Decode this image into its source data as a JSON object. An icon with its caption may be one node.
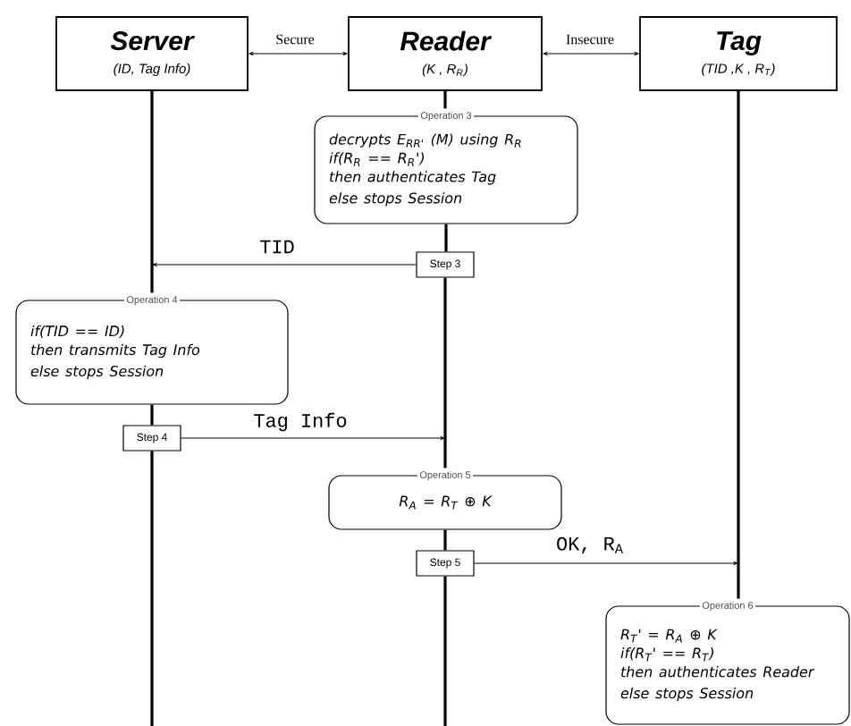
{
  "diagram": {
    "nodes": [
      {
        "text": [
          "Server",
          "(ID, Tag Info)"
        ]
      },
      {
        "text": [
          "Reader",
          "(K , R$_{R}$)"
        ]
      },
      {
        "text": [
          "Tag",
          "(TID ,K , R$_{T}$)"
        ]
      },
      {
        "text": [
          "Operation 3",
          "decrypts E$_{RR'}$ (M) using R$_{R}$",
          "if(R$_{R}$ == R$_{R}$')",
          "then authenticates Tag",
          "else stops Session"
        ]
      },
      {
        "text": [
          "Step 3"
        ]
      },
      {
        "text": [
          "Operation 4",
          "if(TID == ID)",
          "then transmits Tag Info",
          "else stops Session"
        ]
      },
      {
        "text": [
          "Step 4"
        ]
      },
      {
        "text": [
          "Operation 5",
          "R$_{A}$ = R$_{T}$ ⊕ K"
        ]
      },
      {
        "text": [
          "Step 5"
        ]
      },
      {
        "text": [
          "Operation 6",
          "R$_{T}$' = R$_{A}$ ⊕ K",
          "if(R$_{T}$' == R$_{T}$)",
          "then authenticates Reader",
          "else stops Session"
        ]
      }
    ],
    "edges": [
      {
        "from": 0,
        "to": 1,
        "arrow": "both",
        "label": "Secure"
      },
      {
        "from": 1,
        "to": 2,
        "arrow": "both",
        "label": "Insecure"
      },
      {
        "from": 0,
        "to": 5,
        "arrow": "none"
      },
      {
        "from": 5,
        "to": 6,
        "arrow": "none"
      },
      {
        "from": 6,
        "to": null,
        "arrow": "none"
      },
      {
        "from": 1,
        "to": 3,
        "arrow": "none"
      },
      {
        "from": 3,
        "to": 4,
        "arrow": "none"
      },
      {
        "from": 4,
        "to": 7,
        "arrow": "none"
      },
      {
        "from": 7,
        "to": 8,
        "arrow": "none"
      },
      {
        "from": 8,
        "to": null,
        "arrow": "none"
      },
      {
        "from": 2,
        "to": 9,
        "arrow": "none"
      },
      {
        "from": 4,
        "to": null,
        "arrow": "to",
        "label": "TID"
      },
      {
        "from": 6,
        "to": null,
        "arrow": "to",
        "label": "Tag Info"
      },
      {
        "from": 8,
        "to": null,
        "arrow": "to",
        "label": "OK, R$_{A}$"
      }
    ]
  }
}
